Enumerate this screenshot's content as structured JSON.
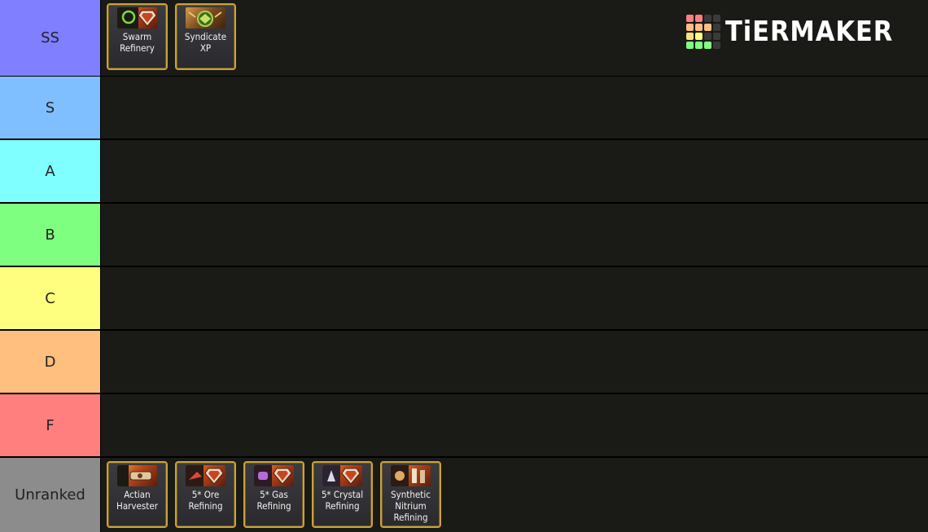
{
  "logo": {
    "text": "TiERMAKER"
  },
  "tiers": [
    {
      "label": "SS",
      "color": "#7f7fff",
      "items": [
        {
          "label": "Swarm\nRefinery",
          "icon": "swarm-refinery-icon"
        },
        {
          "label": "Syndicate\nXP",
          "icon": "syndicate-xp-icon"
        }
      ]
    },
    {
      "label": "S",
      "color": "#7fbfff",
      "items": []
    },
    {
      "label": "A",
      "color": "#7fffff",
      "items": []
    },
    {
      "label": "B",
      "color": "#7fff7f",
      "items": []
    },
    {
      "label": "C",
      "color": "#ffff7f",
      "items": []
    },
    {
      "label": "D",
      "color": "#ffbf7f",
      "items": []
    },
    {
      "label": "F",
      "color": "#ff7f7f",
      "items": []
    },
    {
      "label": "Unranked",
      "color": "#8c8c8c",
      "items": [
        {
          "label": "Actian\nHarvester",
          "icon": "actian-harvester-icon"
        },
        {
          "label": "5* Ore\nRefining",
          "icon": "ore-refining-icon"
        },
        {
          "label": "5* Gas\nRefining",
          "icon": "gas-refining-icon"
        },
        {
          "label": "5* Crystal\nRefining",
          "icon": "crystal-refining-icon"
        },
        {
          "label": "Synthetic\nNitrium\nRefining",
          "icon": "nitrium-refining-icon"
        }
      ]
    }
  ]
}
